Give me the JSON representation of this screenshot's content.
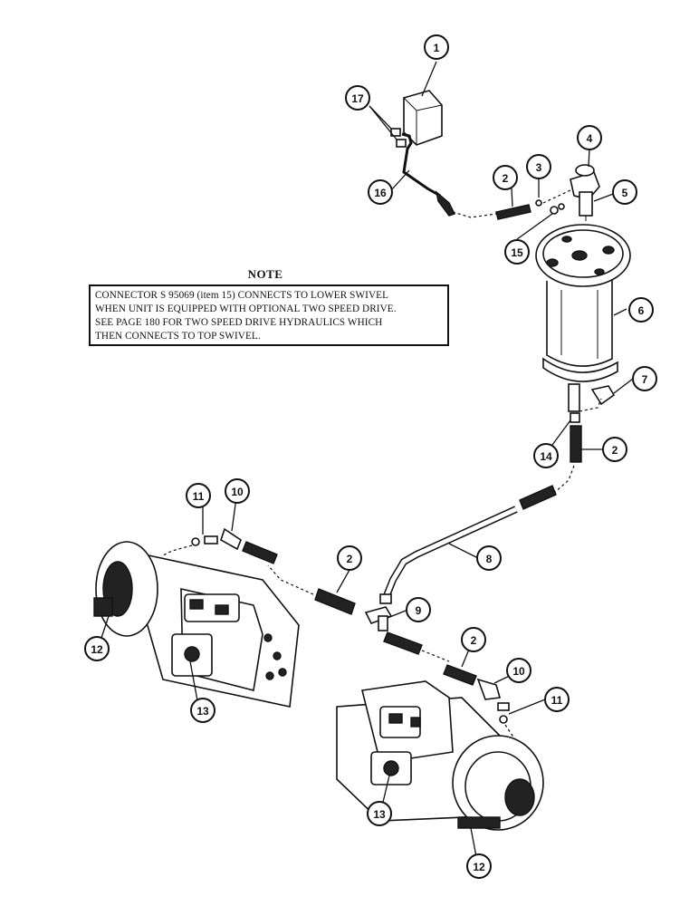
{
  "note": {
    "title": "NOTE",
    "lines": [
      "CONNECTOR S 95069 (item 15) CONNECTS TO LOWER SWIVEL",
      "WHEN UNIT IS EQUIPPED WITH OPTIONAL TWO SPEED DRIVE.",
      "SEE PAGE 180 FOR TWO SPEED DRIVE HYDRAULICS WHICH",
      "THEN CONNECTS TO TOP SWIVEL."
    ]
  },
  "callouts": [
    {
      "id": "c1",
      "label": "1"
    },
    {
      "id": "c17",
      "label": "17"
    },
    {
      "id": "c4",
      "label": "4"
    },
    {
      "id": "c3",
      "label": "3"
    },
    {
      "id": "c2a",
      "label": "2"
    },
    {
      "id": "c5",
      "label": "5"
    },
    {
      "id": "c16",
      "label": "16"
    },
    {
      "id": "c15",
      "label": "15"
    },
    {
      "id": "c6",
      "label": "6"
    },
    {
      "id": "c7",
      "label": "7"
    },
    {
      "id": "c14",
      "label": "14"
    },
    {
      "id": "c2b",
      "label": "2"
    },
    {
      "id": "c11a",
      "label": "11"
    },
    {
      "id": "c10a",
      "label": "10"
    },
    {
      "id": "c8",
      "label": "8"
    },
    {
      "id": "c2c",
      "label": "2"
    },
    {
      "id": "c9",
      "label": "9"
    },
    {
      "id": "c12a",
      "label": "12"
    },
    {
      "id": "c13a",
      "label": "13"
    },
    {
      "id": "c2d",
      "label": "2"
    },
    {
      "id": "c10b",
      "label": "10"
    },
    {
      "id": "c11b",
      "label": "11"
    },
    {
      "id": "c13b",
      "label": "13"
    },
    {
      "id": "c12b",
      "label": "12"
    }
  ]
}
